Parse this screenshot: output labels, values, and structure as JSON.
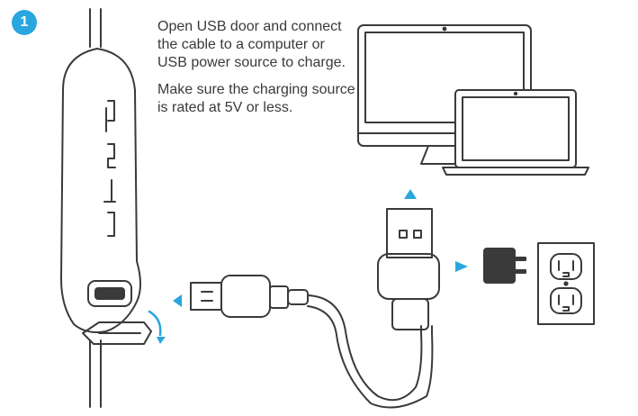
{
  "step": {
    "number": "1",
    "badge_color": "#2aa6de"
  },
  "instructions": [
    "Open USB door and connect the cable to a computer or USB power source to charge.",
    "Make sure the charging source is rated at 5V or less."
  ],
  "colors": {
    "line": "#3a3a3a",
    "accent": "#2aa6de",
    "adapter": "#3a3a3a",
    "text": "#3a3a3a"
  },
  "icons": [
    "earbud-remote-icon",
    "usb-door-icon",
    "rotate-arrow-icon",
    "micro-usb-plug-icon",
    "usb-a-plug-icon",
    "imac-icon",
    "laptop-icon",
    "wall-adapter-icon",
    "wall-outlet-icon"
  ]
}
